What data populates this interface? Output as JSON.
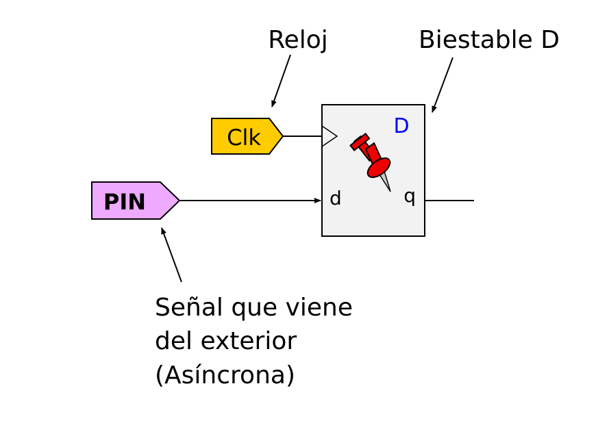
{
  "labels": {
    "reloj": "Reloj",
    "biestable": "Biestable D",
    "nota_linea1": "Señal que viene",
    "nota_linea2": "del exterior",
    "nota_linea3": "(Asíncrona)"
  },
  "tags": {
    "clk": {
      "text": "Clk",
      "color": "#ffcc00"
    },
    "pin": {
      "text": "PIN",
      "color": "#eeaaff"
    }
  },
  "flipflop": {
    "title": "D",
    "title_color": "#0000ff",
    "input_label": "d",
    "output_label": "q",
    "fill": "#f2f2f2"
  },
  "pushpin": {
    "icon": "pushpin-icon",
    "color": "#ee0000"
  }
}
